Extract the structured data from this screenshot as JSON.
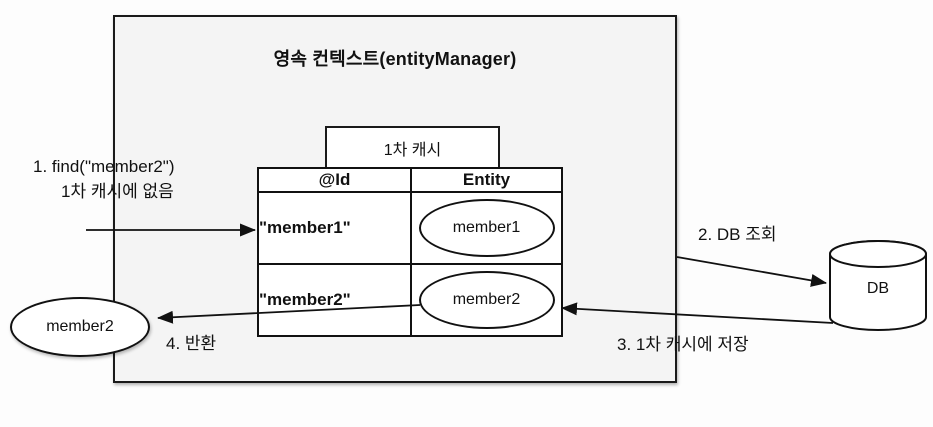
{
  "container": {
    "title": "영속 컨텍스트(entityManager)"
  },
  "cache": {
    "label": "1차 캐시",
    "table": {
      "headers": [
        "@Id",
        "Entity"
      ],
      "rows": [
        {
          "id": "\"member1\"",
          "entity": "member1"
        },
        {
          "id": "\"member2\"",
          "entity": "member2"
        }
      ]
    }
  },
  "database": {
    "label": "DB"
  },
  "result": {
    "label": "member2"
  },
  "steps": {
    "step1_line1": "1. find(\"member2\")",
    "step1_line2": "1차 캐시에 없음",
    "step2": "2. DB 조회",
    "step3": "3. 1차 캐시에 저장",
    "step4": "4. 반환"
  },
  "colors": {
    "box_fill": "#f4f4f4",
    "line": "#111111",
    "background": "#ffffff"
  }
}
